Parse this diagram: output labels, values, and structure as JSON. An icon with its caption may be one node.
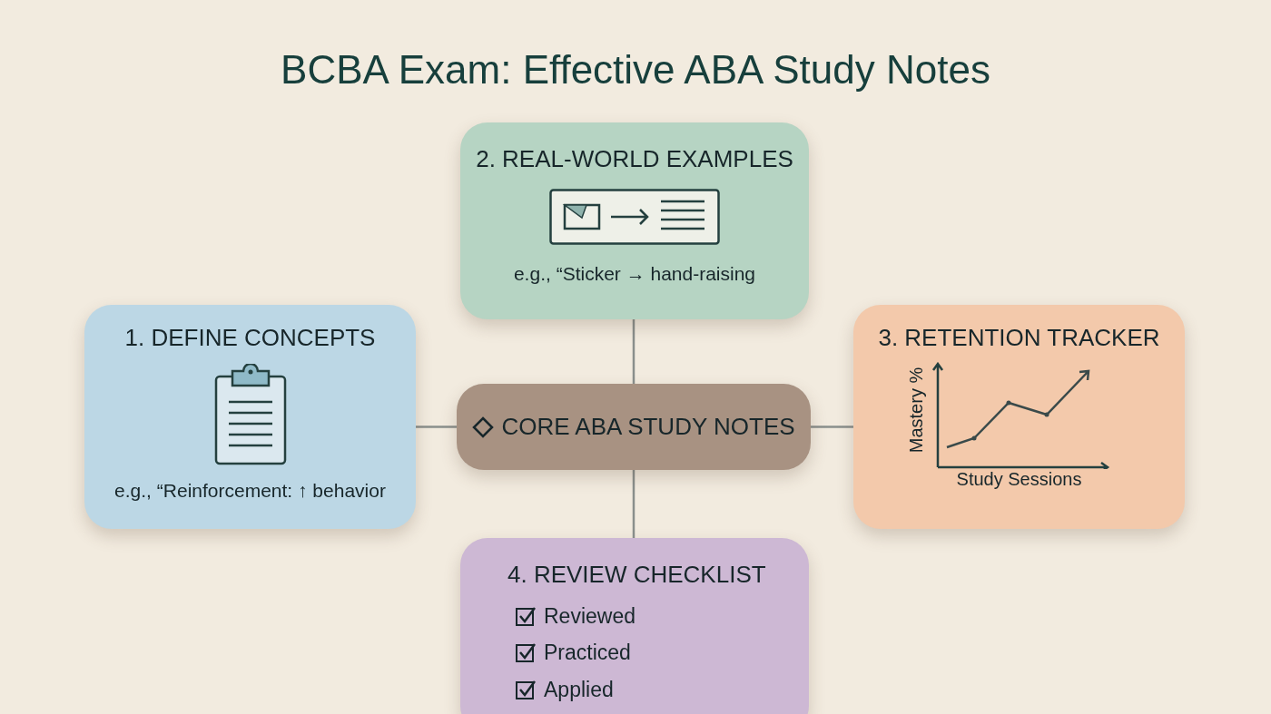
{
  "diagram": {
    "title": "BCBA Exam: Effective ABA Study Notes",
    "nodes": [
      {
        "text": [
          "2. REAL-WORLD EXAMPLES",
          "e.g., “Sticker → hand-raising"
        ]
      },
      {
        "text": [
          "1. DEFINE CONCEPTS",
          "e.g., “Reinforcement: ↑ behavior"
        ]
      },
      {
        "text": [
          "CORE ABA STUDY NOTES"
        ]
      },
      {
        "text": [
          "3. RETENTION TRACKER",
          "Mastery %",
          "Study Sessions"
        ]
      },
      {
        "text": [
          "4. REVIEW CHECKLIST",
          "Reviewed",
          "Practiced",
          "Applied"
        ]
      }
    ],
    "edges": [
      {
        "from": 2,
        "to": 0,
        "arrow": "none"
      },
      {
        "from": 2,
        "to": 1,
        "arrow": "none"
      },
      {
        "from": 2,
        "to": 3,
        "arrow": "none"
      },
      {
        "from": 2,
        "to": 4,
        "arrow": "none"
      }
    ]
  }
}
